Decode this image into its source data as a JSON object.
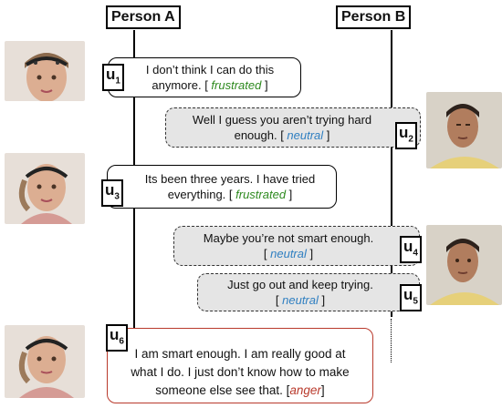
{
  "speakers": {
    "a": {
      "label": "Person A"
    },
    "b": {
      "label": "Person B"
    }
  },
  "utterances": [
    {
      "id": "u1",
      "tag_letter": "u",
      "tag_index": "1",
      "speaker": "A",
      "line1": "I don’t think I can do this",
      "line2_prefix": "anymore. [ ",
      "emotion": "frustrated",
      "line2_suffix": " ]"
    },
    {
      "id": "u2",
      "tag_letter": "u",
      "tag_index": "2",
      "speaker": "B",
      "line1": "Well I guess you aren’t trying hard",
      "line2_prefix": "enough. [ ",
      "emotion": "neutral",
      "line2_suffix": " ]"
    },
    {
      "id": "u3",
      "tag_letter": "u",
      "tag_index": "3",
      "speaker": "A",
      "line1": "Its been three years. I have tried",
      "line2_prefix": "everything. [ ",
      "emotion": "frustrated",
      "line2_suffix": " ]"
    },
    {
      "id": "u4",
      "tag_letter": "u",
      "tag_index": "4",
      "speaker": "B",
      "line1": "Maybe you’re not smart enough.",
      "line2_prefix": "[ ",
      "emotion": "neutral",
      "line2_suffix": " ]"
    },
    {
      "id": "u5",
      "tag_letter": "u",
      "tag_index": "5",
      "speaker": "B",
      "line1": "Just go out and keep trying.",
      "line2_prefix": "[ ",
      "emotion": "neutral",
      "line2_suffix": " ]"
    },
    {
      "id": "u6",
      "tag_letter": "u",
      "tag_index": "6",
      "speaker": "A",
      "line1": "I am smart enough. I am really good at",
      "line2": "what I do. I just don’t know how to make",
      "line3_prefix": "someone else see that. [",
      "emotion": "anger",
      "line3_suffix": "]"
    }
  ],
  "colors": {
    "frustrated": "#2e8a1f",
    "neutral": "#2f7fc1",
    "anger": "#b93a2c",
    "speaker_b_bubble": "#e5e5e5"
  }
}
